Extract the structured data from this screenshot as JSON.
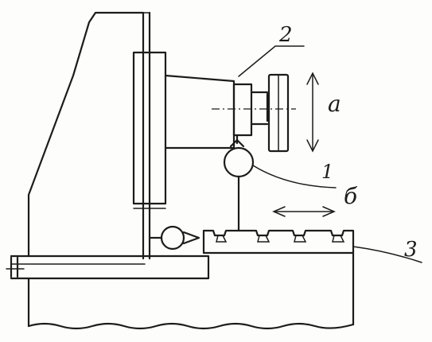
{
  "labels": {
    "spindle_part": "2",
    "indicator": "1",
    "table": "3",
    "vertical_motion": "а",
    "horizontal_motion": "б"
  },
  "colors": {
    "ink": "#1c1c1c",
    "paper": "#fdfdfb"
  }
}
